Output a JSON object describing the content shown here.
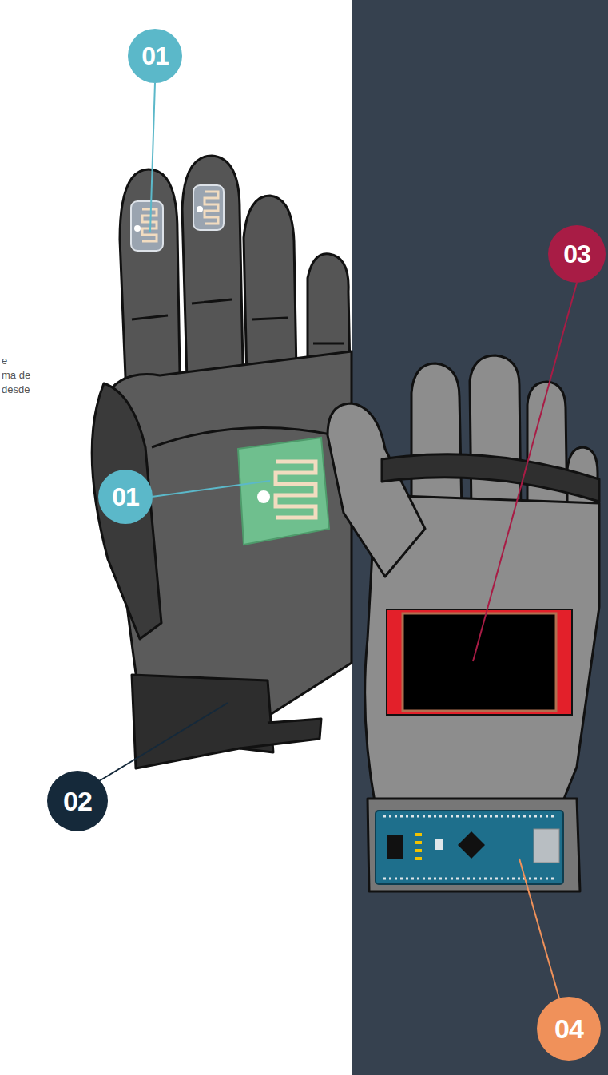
{
  "diagram": {
    "labels": [
      "01",
      "e ma de desde",
      "03",
      "01",
      "02",
      "04"
    ]
  }
}
